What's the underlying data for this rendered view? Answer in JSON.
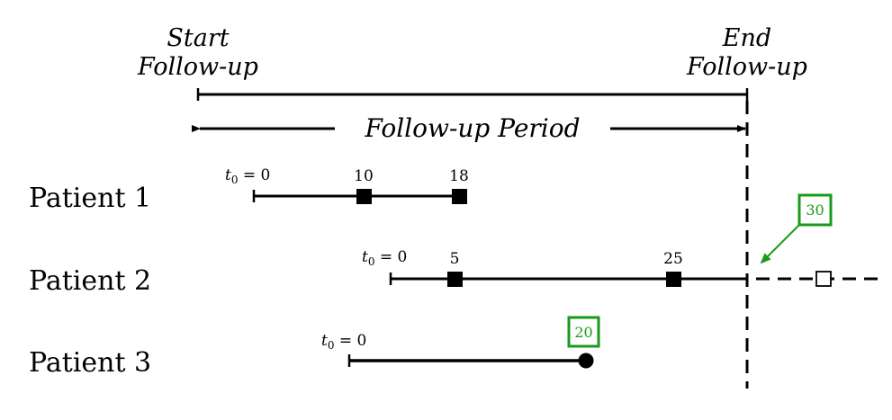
{
  "header": {
    "start_line1": "Start",
    "start_line2": "Follow-up",
    "end_line1": "End",
    "end_line2": "Follow-up",
    "period_label": "Follow-up Period"
  },
  "patients": [
    {
      "label": "Patient 1",
      "t0_label": "t",
      "t0_sub": "0",
      "t0_eq": " = 0",
      "events": [
        {
          "label": "10",
          "kind": "square-filled"
        },
        {
          "label": "18",
          "kind": "square-filled"
        }
      ]
    },
    {
      "label": "Patient 2",
      "t0_label": "t",
      "t0_sub": "0",
      "t0_eq": " = 0",
      "events": [
        {
          "label": "5",
          "kind": "square-filled"
        },
        {
          "label": "25",
          "kind": "square-filled"
        }
      ],
      "censored_event": {
        "label": "30",
        "kind": "square-open"
      }
    },
    {
      "label": "Patient 3",
      "t0_label": "t",
      "t0_sub": "0",
      "t0_eq": " = 0",
      "terminal_event": {
        "label": "20",
        "kind": "circle-filled"
      }
    }
  ],
  "colors": {
    "line": "#000000",
    "highlight": "#1a9a1a"
  }
}
